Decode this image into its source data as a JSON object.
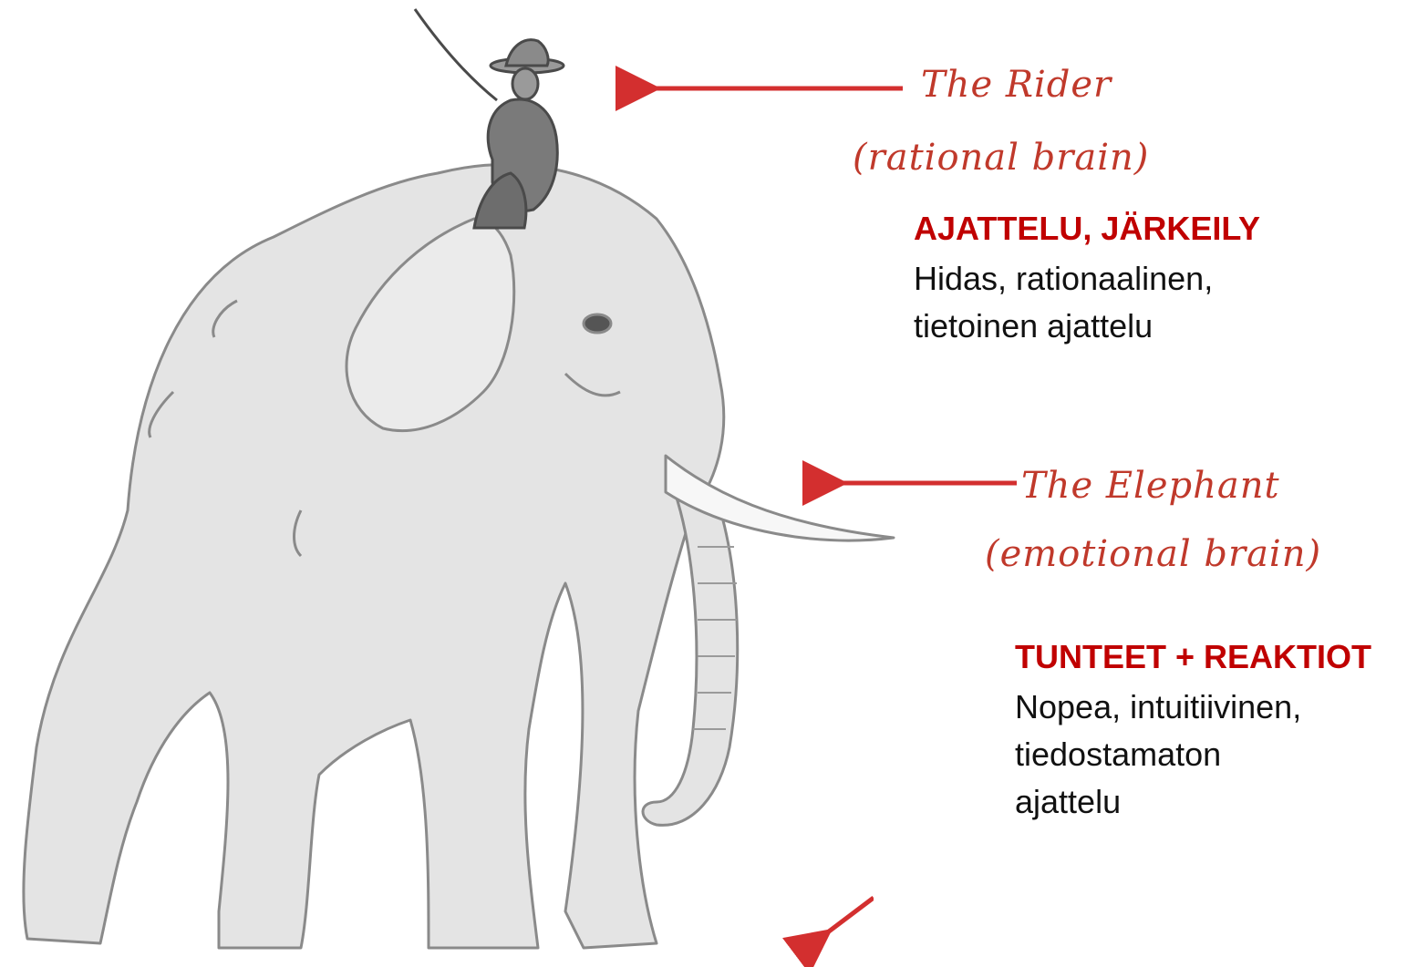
{
  "rider": {
    "label": "The Rider",
    "sublabel": "(rational brain)",
    "heading": "AJATTELU, JÄRKEILY",
    "body": [
      "Hidas, rationaalinen,",
      "tietoinen ajattelu"
    ]
  },
  "elephant": {
    "label": "The Elephant",
    "sublabel": "(emotional brain)",
    "heading": "TUNTEET + REAKTIOT",
    "body": [
      "Nopea, intuitiivinen,",
      "tiedostamaton",
      "ajattelu"
    ]
  },
  "colors": {
    "handwriting": "#c0392b",
    "heading": "#c00000",
    "arrow": "#d32f2f",
    "elephant_fill": "#e4e4e4",
    "outline": "#8a8a8a"
  }
}
